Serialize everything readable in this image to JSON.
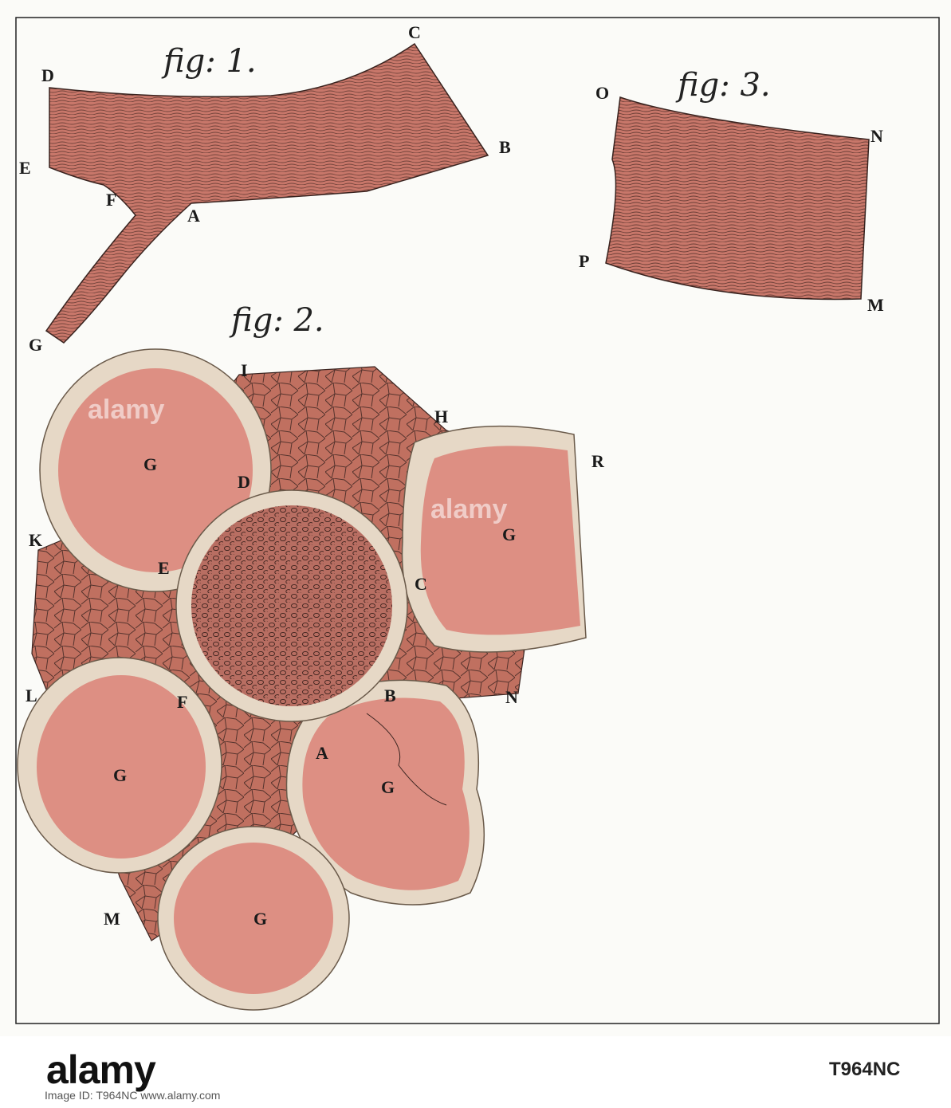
{
  "figures": {
    "fig1_title": "fig: 1.",
    "fig2_title": "fig: 2.",
    "fig3_title": "fig: 3."
  },
  "labels": {
    "fig1": [
      "A",
      "B",
      "C",
      "D",
      "E",
      "F",
      "G"
    ],
    "fig2": [
      "I",
      "H",
      "R",
      "D",
      "G",
      "G",
      "K",
      "E",
      "C",
      "L",
      "F",
      "B",
      "N",
      "A",
      "G",
      "G",
      "M",
      "G"
    ],
    "fig3": [
      "O",
      "N",
      "P",
      "M"
    ]
  },
  "watermark": {
    "text": "alamy"
  },
  "footer": {
    "brand": "alamy",
    "stock_id": "T964NC",
    "credit": "Image ID: T964NC www.alamy.com"
  },
  "colors": {
    "muscle": "#c8776a",
    "fibre_fill": "#dd8f83",
    "sheath": "#e6d8c6",
    "line": "#3a2420"
  }
}
